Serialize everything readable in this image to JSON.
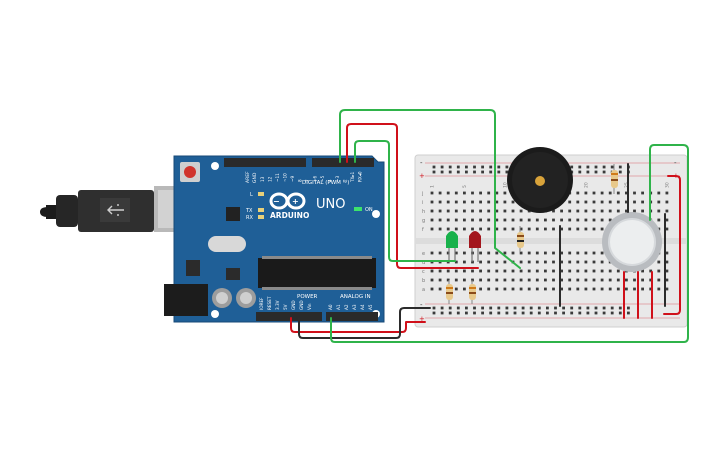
{
  "arduino": {
    "brand": "ARDUINO",
    "model": "UNO",
    "digital_label": "DIGITAL (PWM ~)",
    "power_label": "POWER",
    "analog_label": "ANALOG IN",
    "on_label": "ON",
    "led_l": "L",
    "led_tx": "TX",
    "led_rx": "RX",
    "aref": "AREF",
    "gnd": "GND",
    "pins_digital": [
      "13",
      "12",
      "~11",
      "~10",
      "~9",
      "8",
      "7",
      "~6",
      "~5",
      "4",
      "~3",
      "2",
      "TX▸1",
      "RX◂0"
    ],
    "pins_power": [
      "IOREF",
      "RESET",
      "3.3V",
      "5V",
      "GND",
      "GND",
      "Vin"
    ],
    "pins_analog": [
      "A0",
      "A1",
      "A2",
      "A3",
      "A4",
      "A5"
    ]
  },
  "breadboard": {
    "rows_top": [
      "j",
      "i",
      "h",
      "g",
      "f"
    ],
    "rows_bottom": [
      "e",
      "d",
      "c",
      "b",
      "a"
    ],
    "col_numbers": [
      "1",
      "5",
      "10",
      "15",
      "20",
      "25",
      "30"
    ],
    "rail_plus": "+",
    "rail_minus": "-"
  },
  "colors": {
    "board": "#1f5f97",
    "wire_green": "#2fb34a",
    "wire_red": "#d0101a",
    "wire_black": "#2b2b2b",
    "breadboard": "#e9e9e9"
  }
}
